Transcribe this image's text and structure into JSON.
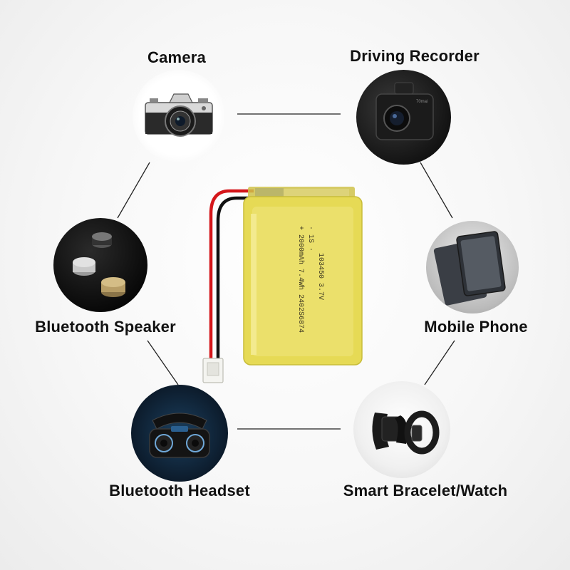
{
  "applications": [
    {
      "id": "camera",
      "label": "Camera",
      "icon": "camera-icon"
    },
    {
      "id": "driving-recorder",
      "label": "Driving Recorder",
      "icon": "dashcam-icon"
    },
    {
      "id": "bluetooth-speaker",
      "label": "Bluetooth Speaker",
      "icon": "speaker-icon"
    },
    {
      "id": "mobile-phone",
      "label": "Mobile Phone",
      "icon": "phone-icon"
    },
    {
      "id": "bluetooth-headset",
      "label": "Bluetooth Headset",
      "icon": "earbuds-icon"
    },
    {
      "id": "smart-bracelet",
      "label": "Smart Bracelet/Watch",
      "icon": "smartwatch-icon"
    }
  ],
  "battery": {
    "line1": "· 1S · ",
    "line2": "+ 2000mAh  7.4Wh  2402S6874",
    "line3": "103450   3.7V",
    "colors": {
      "body": "#e6da55",
      "wire_red": "#d4161a",
      "wire_black": "#111111"
    }
  }
}
